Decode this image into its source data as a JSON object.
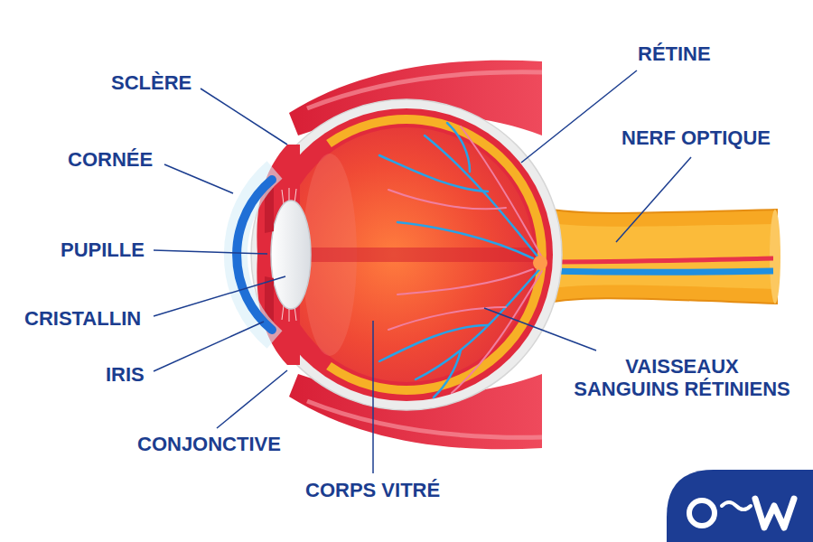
{
  "diagram": {
    "labels": [
      "SCLÈRE",
      "CORNÉE",
      "PUPILLE",
      "CRISTALLIN",
      "IRIS",
      "CONJONCTIVE",
      "CORPS VITRÉ",
      "RÉTINE",
      "NERF OPTIQUE",
      "VAISSEAUX SANGUINS RÉTINIENS"
    ]
  }
}
